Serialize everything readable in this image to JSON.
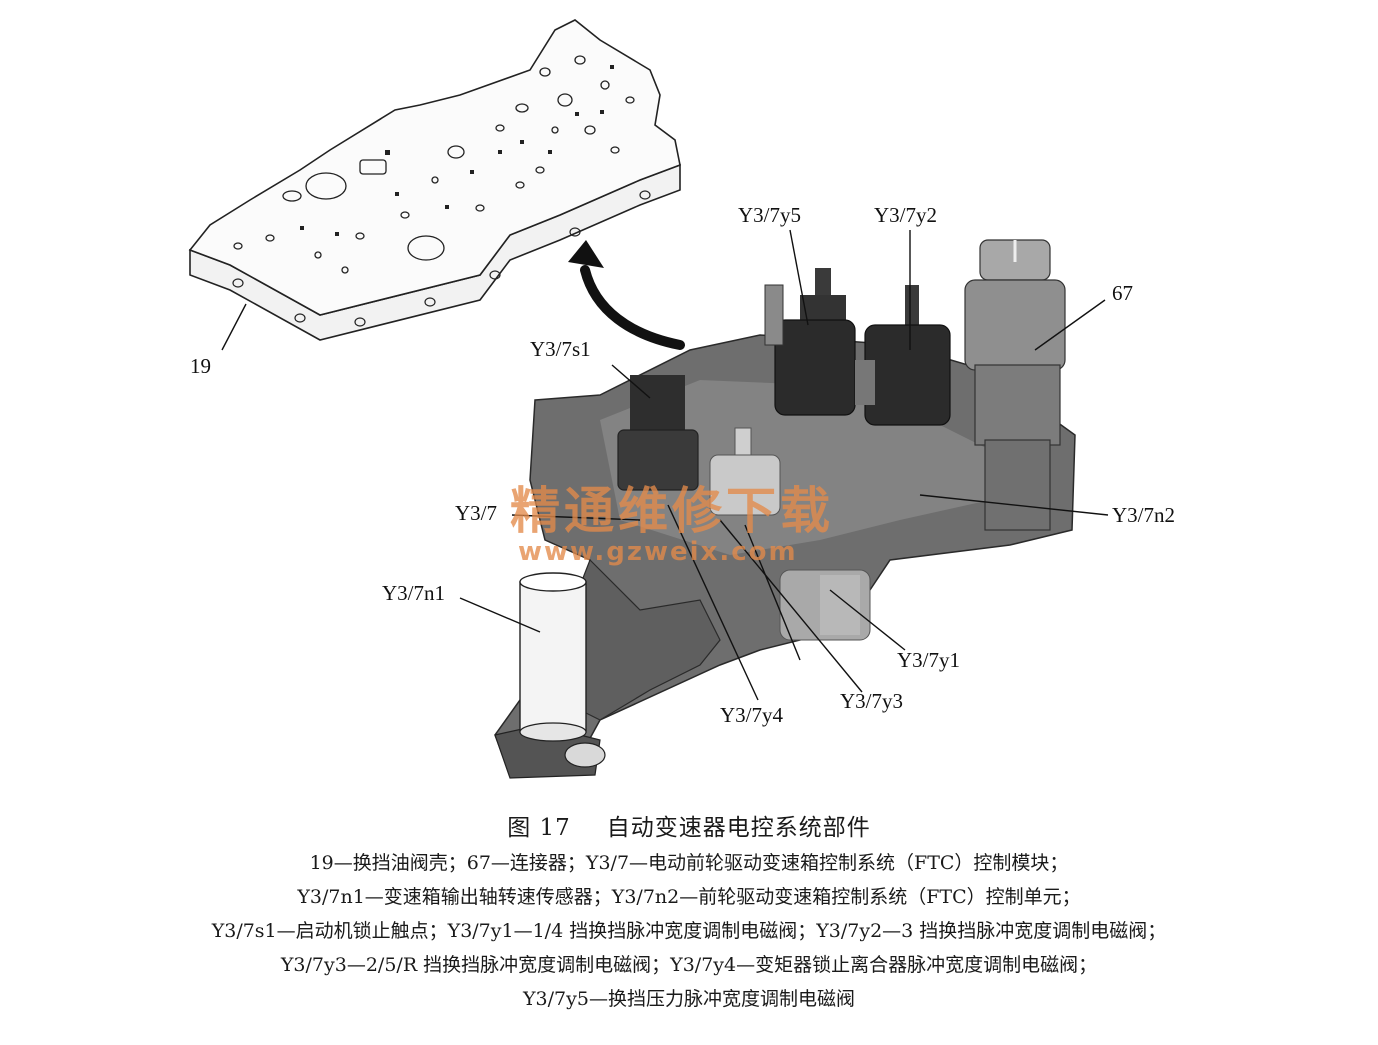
{
  "figure": {
    "callouts": {
      "c19": "19",
      "c67": "67",
      "y3_7y5": "Y3/7y5",
      "y3_7y2": "Y3/7y2",
      "y3_7s1": "Y3/7s1",
      "y3_7": "Y3/7",
      "y3_7n2": "Y3/7n2",
      "y3_7n1": "Y3/7n1",
      "y3_7y1": "Y3/7y1",
      "y3_7y4": "Y3/7y4",
      "y3_7y3": "Y3/7y3"
    },
    "watermark": {
      "cn": "精通维修下载",
      "url": "www.gzweix.com"
    }
  },
  "caption": {
    "number": "图 17",
    "title": "自动变速器电控系统部件"
  },
  "legend": [
    "19—换挡油阀壳；67—连接器；Y3/7—电动前轮驱动变速箱控制系统（FTC）控制模块；",
    "Y3/7n1—变速箱输出轴转速传感器；Y3/7n2—前轮驱动变速箱控制系统（FTC）控制单元；",
    "Y3/7s1—启动机锁止触点；Y3/7y1—1/4 挡换挡脉冲宽度调制电磁阀；Y3/7y2—3 挡换挡脉冲宽度调制电磁阀；",
    "Y3/7y3—2/5/R 挡换挡脉冲宽度调制电磁阀；Y3/7y4—变矩器锁止离合器脉冲宽度调制电磁阀；",
    "Y3/7y5—换挡压力脉冲宽度调制电磁阀"
  ]
}
